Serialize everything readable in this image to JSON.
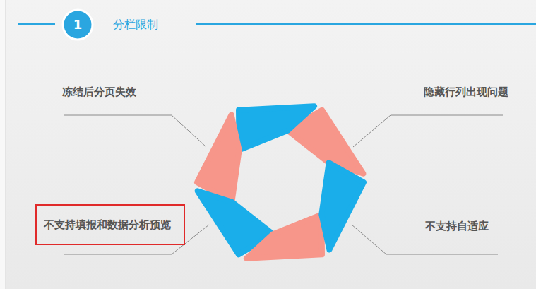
{
  "diagram": {
    "title": "分栏限制",
    "nodes": [
      {
        "text": [
          "不支持填报和数据分析预览"
        ]
      }
    ],
    "labels": [
      "1",
      "冻结后分页失效",
      "隐藏行列出现问题",
      "不支持自适应"
    ]
  }
}
